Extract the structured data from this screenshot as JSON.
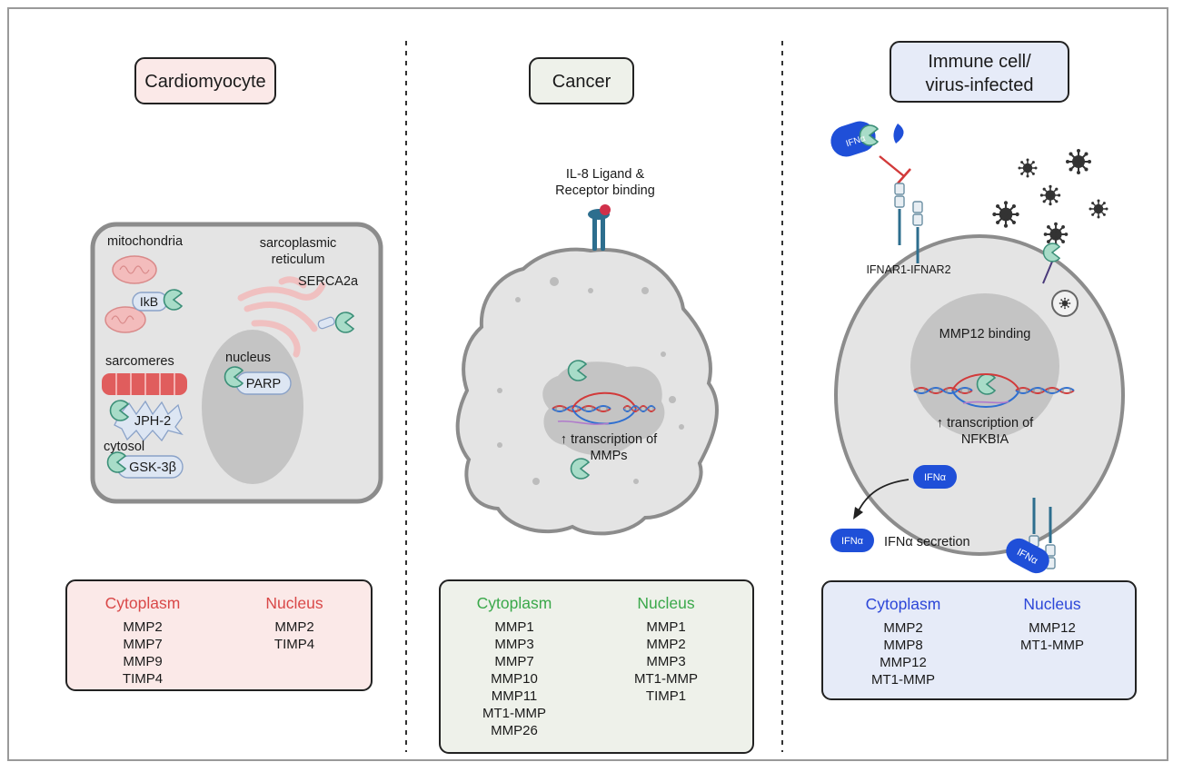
{
  "panels": [
    {
      "title": [
        "Cardiomyocyte"
      ],
      "title_bg": "#fbe9e8",
      "labels": {
        "mitochondria": "mitochondria",
        "sr": [
          "sarcoplasmic",
          "reticulum"
        ],
        "serca": "SERCA2a",
        "ikb": "IkB",
        "nucleus": "nucleus",
        "parp": "PARP",
        "sarcomeres": "sarcomeres",
        "jph": "JPH-2",
        "cytosol": "cytosol",
        "gsk": "GSK-3β"
      },
      "box": {
        "bg": "#fbe9e8",
        "accent": "#d94848",
        "cyto_header": "Cytoplasm",
        "nuc_header": "Nucleus",
        "cytoplasm": [
          "MMP2",
          "MMP7",
          "MMP9",
          "TIMP4"
        ],
        "nucleus": [
          "MMP2",
          "TIMP4"
        ]
      }
    },
    {
      "title": [
        "Cancer"
      ],
      "title_bg": "#eef1ea",
      "labels": {
        "ligand": [
          "IL-8 Ligand &",
          "Receptor binding"
        ],
        "transcription": [
          "↑ transcription of",
          "MMPs"
        ]
      },
      "box": {
        "bg": "#eef1ea",
        "accent": "#3aa84a",
        "cyto_header": "Cytoplasm",
        "nuc_header": "Nucleus",
        "cytoplasm": [
          "MMP1",
          "MMP3",
          "MMP7",
          "MMP10",
          "MMP11",
          "MT1-MMP",
          "MMP26"
        ],
        "nucleus": [
          "MMP1",
          "MMP2",
          "MMP3",
          "MT1-MMP",
          "TIMP1"
        ]
      }
    },
    {
      "title": [
        "Immune cell/",
        "virus-infected"
      ],
      "title_bg": "#e6ebf8",
      "labels": {
        "ifna": "IFNα",
        "receptor": "IFNAR1-IFNAR2",
        "binding": "MMP12 binding",
        "transcription": [
          "↑ transcription of",
          "NFKBIA"
        ],
        "secretion": "IFNα secretion"
      },
      "box": {
        "bg": "#e6ebf8",
        "accent": "#2c46d8",
        "cyto_header": "Cytoplasm",
        "nuc_header": "Nucleus",
        "cytoplasm": [
          "MMP2",
          "MMP8",
          "MMP12",
          "MT1-MMP"
        ],
        "nucleus": [
          "MMP12",
          "MT1-MMP"
        ]
      }
    }
  ],
  "colors": {
    "cell_fill": "#e4e4e4",
    "cell_stroke": "#8c8c8c",
    "nucleus_fill": "#c4c4c4",
    "protease": "#a8dcc8",
    "protease_stroke": "#3b8f78",
    "mito": "#f3bcbc",
    "sarcomere": "#e05d5d",
    "ifna": "#1f4fd8",
    "receptor": "#2d6e8e",
    "dna_red": "#d23a3a",
    "dna_blue": "#2f6fd0",
    "virus": "#333333"
  }
}
